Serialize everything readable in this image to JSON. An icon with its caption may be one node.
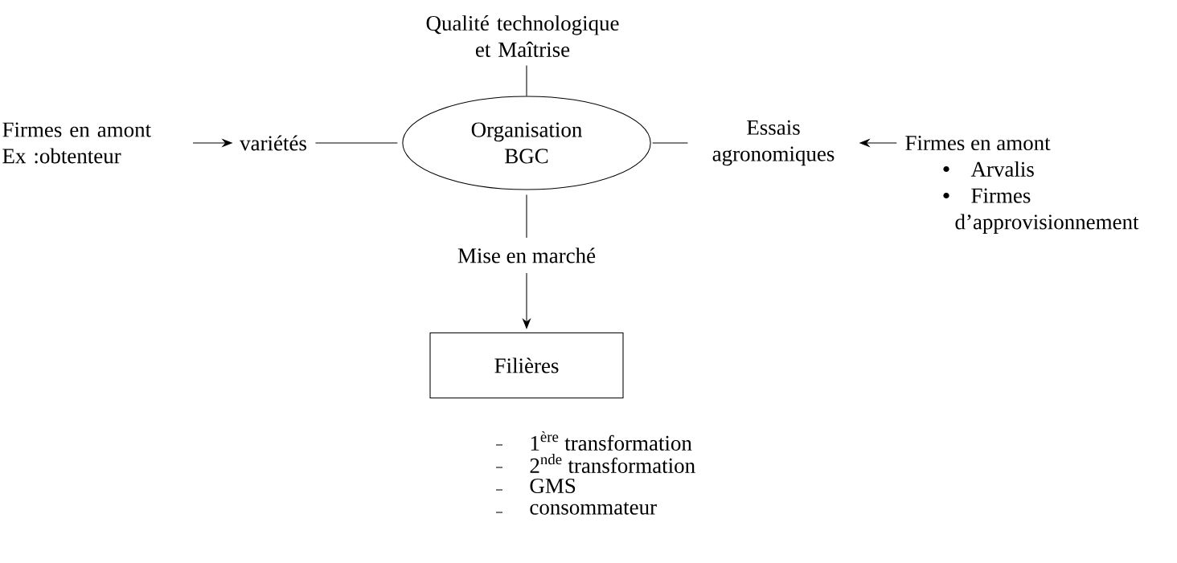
{
  "diagram": {
    "nodes": [
      {
        "text": [
          "Firmes en amont Ex :obtenteur"
        ]
      },
      {
        "text": [
          "variétés"
        ]
      },
      {
        "text": [
          "Organisation BGC"
        ]
      },
      {
        "text": [
          "Qualité technologique et Maîtrise"
        ]
      },
      {
        "text": [
          "Essais agronomiques"
        ]
      },
      {
        "text": [
          "Firmes en amont",
          "Arvalis",
          "Firmes d’approvisionnement"
        ]
      },
      {
        "text": [
          "Mise en marché"
        ]
      },
      {
        "text": [
          "Filières"
        ]
      }
    ],
    "edges": [
      {
        "from": 0,
        "to": 1,
        "arrow": "to"
      },
      {
        "from": 1,
        "to": 2,
        "arrow": "none"
      },
      {
        "from": 3,
        "to": 2,
        "arrow": "none"
      },
      {
        "from": 2,
        "to": 4,
        "arrow": "none"
      },
      {
        "from": 5,
        "to": 4,
        "arrow": "to"
      },
      {
        "from": 2,
        "to": 6,
        "arrow": "none"
      },
      {
        "from": 6,
        "to": 7,
        "arrow": "to"
      }
    ],
    "labels": [
      "1$^{ère}$ transformation",
      "2$^{nde}$ transformation",
      "GMS",
      "consommateur"
    ]
  }
}
